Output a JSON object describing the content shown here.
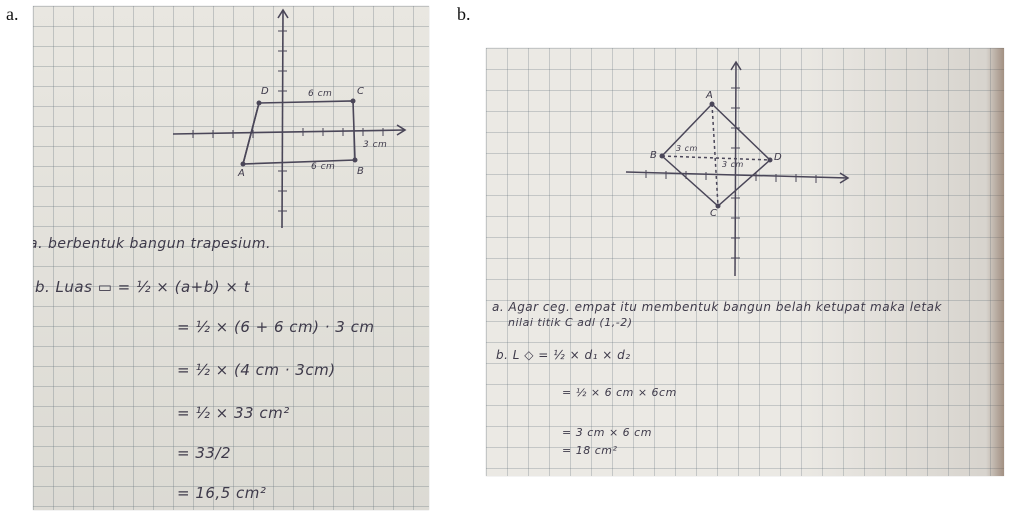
{
  "panels": {
    "a": {
      "label": "a.",
      "graph": {
        "point_labels": [
          "D",
          "C",
          "A",
          "B"
        ],
        "dim_top": "6 cm",
        "dim_bottom": "6 cm",
        "dim_height": "3 cm"
      },
      "text": {
        "line1": "a. berbentuk bangun trapesium.",
        "line2": "b. Luas ▭ = ½ × (a+b) × t",
        "line3": "= ½ × (6 + 6 cm) · 3 cm",
        "line4": "= ½ × (4 cm · 3cm)",
        "line5": "= ½ × 33 cm²",
        "line6": "= 33/2",
        "line7": "= 16,5 cm²"
      }
    },
    "b": {
      "label": "b.",
      "graph": {
        "point_labels": [
          "A",
          "B",
          "C",
          "D"
        ],
        "dim_horizontal": "3 cm",
        "dim_vertical": "3 cm"
      },
      "text": {
        "line1": "a. Agar ceg. empat itu membentuk bangun belah ketupat maka letak",
        "line2": "nilai titik C adl (1,-2)",
        "line3": "b. L ◇ = ½ × d₁ × d₂",
        "line4": "= ½ × 6 cm × 6cm",
        "line5": "= 3 cm × 6 cm",
        "line6": "= 18 cm²"
      }
    }
  },
  "colors": {
    "paper": "#e9e7e1",
    "grid": "#5f6e78",
    "ink": "#3e3a4a"
  }
}
